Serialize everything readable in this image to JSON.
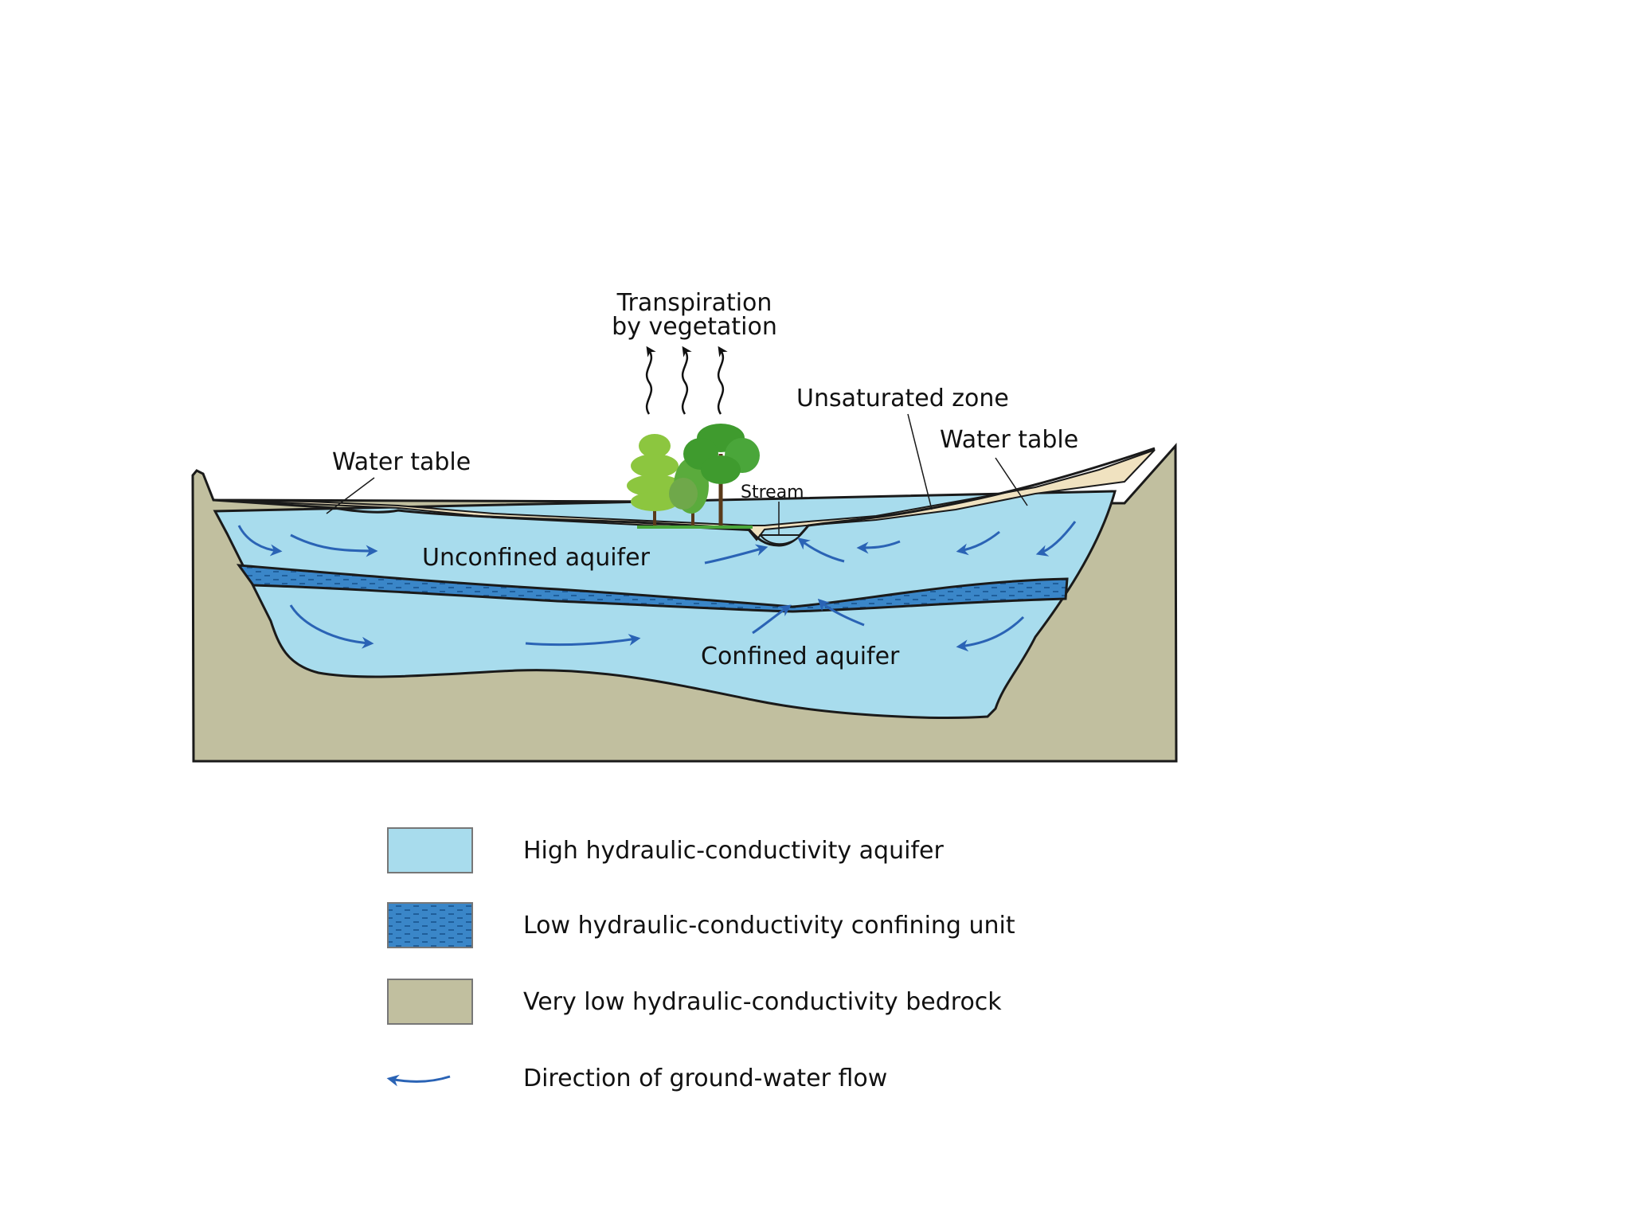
{
  "labels": {
    "transpiration_line1": "Transpiration",
    "transpiration_line2": "by vegetation",
    "unsaturated_zone": "Unsaturated zone",
    "water_table_left": "Water table",
    "water_table_right": "Water table",
    "stream": "Stream",
    "unconfined_aquifer": "Unconfined aquifer",
    "confined_aquifer": "Confined aquifer"
  },
  "legend": [
    {
      "label": "High hydraulic-conductivity aquifer",
      "swatch": "aquifer"
    },
    {
      "label": "Low hydraulic-conductivity confining unit",
      "swatch": "confining"
    },
    {
      "label": "Very low hydraulic-conductivity bedrock",
      "swatch": "bedrock"
    },
    {
      "label": "Direction of ground-water flow",
      "swatch": "arrow"
    }
  ],
  "colors": {
    "aquifer": "#a8dced",
    "confining": "#3a86c8",
    "bedrock": "#c1bf9f",
    "unsaturated": "#f0e2c0",
    "arrow": "#2a63b5",
    "outline": "#1a1a1a",
    "tree_dark": "#3f9b2e",
    "tree_light": "#8cc63f"
  }
}
